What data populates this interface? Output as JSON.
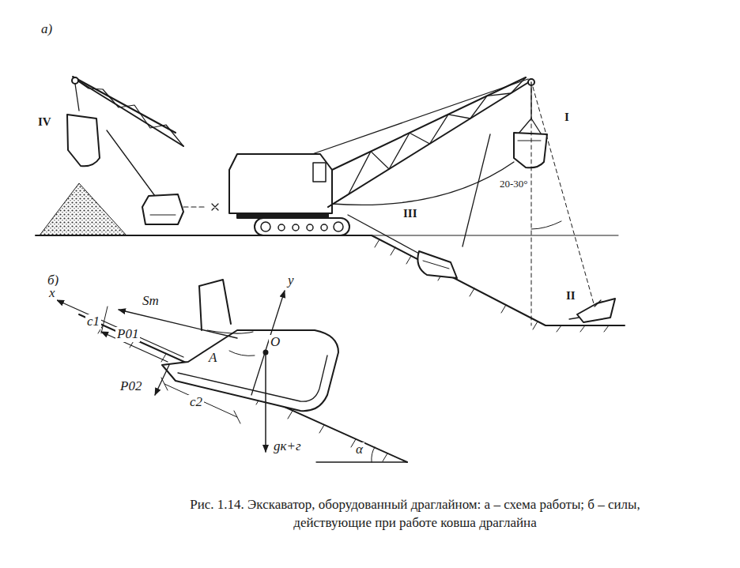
{
  "diagram": {
    "caption": "Рис. 1.14. Экскаватор, оборудованный драглайном: а – схема работы; б – силы, действующие при работе ковша драглайна",
    "labels": [
      "а)",
      "IV",
      "I",
      "III",
      "II",
      "20-30°",
      "б)",
      "x",
      "y",
      "Sт",
      "c1",
      "P01",
      "P02",
      "c2",
      "A",
      "O",
      "gк+г",
      "α"
    ]
  }
}
